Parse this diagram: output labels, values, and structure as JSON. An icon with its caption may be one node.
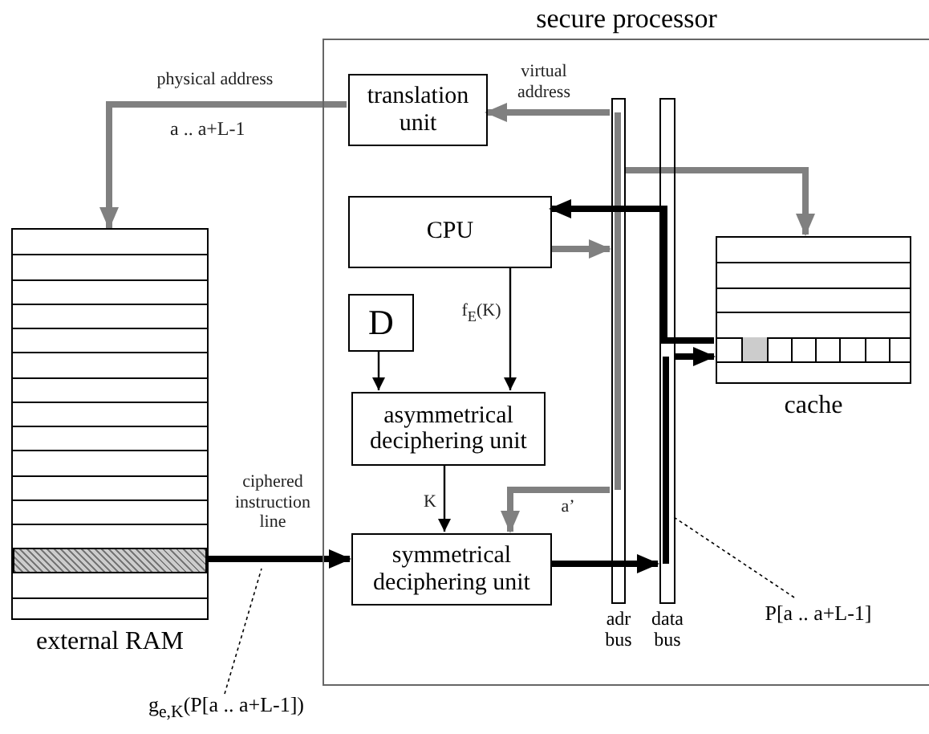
{
  "diagram": {
    "nodes": [
      {
        "text": [
          "secure processor"
        ]
      },
      {
        "text": [
          "translation unit"
        ],
        "in": 0
      },
      {
        "text": [
          "CPU"
        ],
        "in": 0
      },
      {
        "text": [
          "D"
        ],
        "in": 0
      },
      {
        "text": [
          "asymmetrical deciphering unit"
        ],
        "in": 0
      },
      {
        "text": [
          "symmetrical deciphering unit"
        ],
        "in": 0
      },
      {
        "text": [
          "adr bus"
        ],
        "in": 0
      },
      {
        "text": [
          "data bus"
        ],
        "in": 0
      },
      {
        "text": [
          "cache"
        ],
        "in": 0
      },
      {
        "text": [
          "external RAM"
        ]
      },
      {
        "text": [
          "g$_{e,K}$(P[a .. a+L-1])"
        ]
      },
      {
        "text": [
          "P[a .. a+L-1]"
        ],
        "in": 0
      }
    ],
    "edges": [
      {
        "from": 1,
        "to": 9,
        "arrow": "to",
        "label": "physical address",
        "color": "#808080"
      },
      {
        "from": 6,
        "to": 1,
        "arrow": "to",
        "label": "virtual address",
        "color": "#808080"
      },
      {
        "from": 6,
        "to": 8,
        "arrow": "to",
        "color": "#808080"
      },
      {
        "from": 2,
        "to": 6,
        "arrow": "to",
        "color": "#808080"
      },
      {
        "from": 8,
        "to": 2,
        "arrow": "to"
      },
      {
        "from": 3,
        "to": 4,
        "arrow": "to"
      },
      {
        "from": 2,
        "to": 4,
        "arrow": "to",
        "label": "f$_{E}$(K)"
      },
      {
        "from": 4,
        "to": 5,
        "arrow": "to",
        "label": "K"
      },
      {
        "from": 6,
        "to": 5,
        "arrow": "to",
        "label": "a’",
        "color": "#808080"
      },
      {
        "from": 9,
        "to": 5,
        "arrow": "to",
        "label": "ciphered instruction line"
      },
      {
        "from": 5,
        "to": 7,
        "arrow": "to"
      },
      {
        "from": 7,
        "to": 8,
        "arrow": "to"
      },
      {
        "from": 10,
        "to": null,
        "arrow": "none",
        "style": "dashed"
      },
      {
        "from": 11,
        "to": 7,
        "arrow": "none",
        "style": "dashed"
      }
    ],
    "labels": [
      "a .. a+L-1"
    ]
  }
}
